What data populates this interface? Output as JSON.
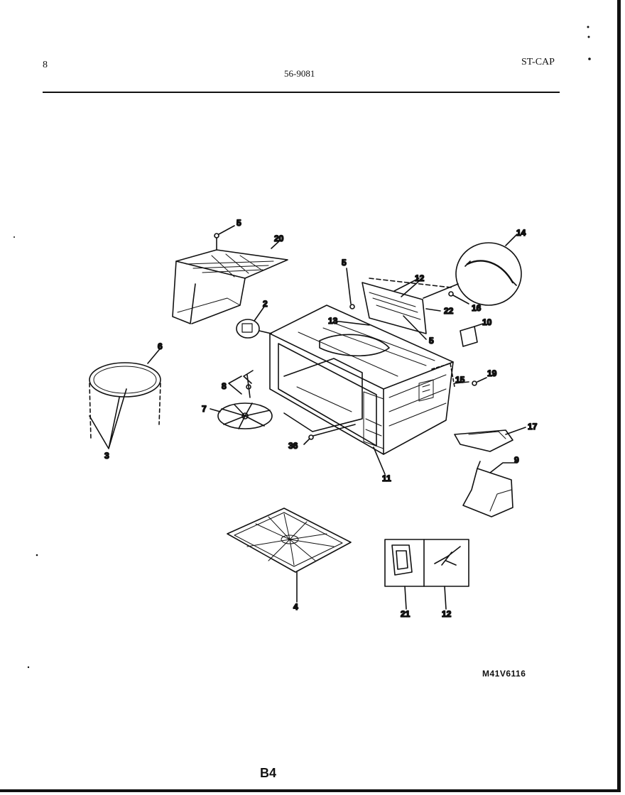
{
  "header": {
    "page_number": "8",
    "document_number": "56-9081",
    "section_code": "ST-CAP"
  },
  "footer": {
    "model_code": "M41V6116",
    "page_code": "B4"
  },
  "callouts": {
    "c5a": "5",
    "c20": "20",
    "c5b": "5",
    "c12a": "12",
    "c14": "14",
    "c2": "2",
    "c13": "13",
    "c22": "22",
    "c16": "16",
    "c5c": "5",
    "c10": "10",
    "c6": "6",
    "c8": "8",
    "c7": "7",
    "c15": "15",
    "c19": "19",
    "c3": "3",
    "c36": "36",
    "c17": "17",
    "c11": "11",
    "c9": "9",
    "c4": "4",
    "c21": "21",
    "c12b": "12"
  }
}
